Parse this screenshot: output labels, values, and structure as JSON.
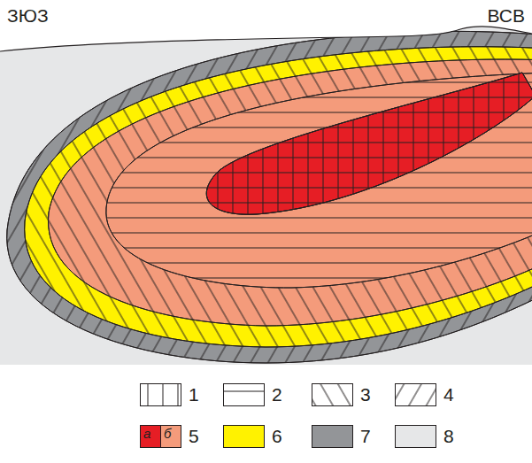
{
  "diagram": {
    "labels": [
      "ЗЮЗ",
      "ВСВ",
      "5"
    ],
    "legend": [
      {
        "text": "1"
      },
      {
        "text": "2"
      },
      {
        "text": "3"
      },
      {
        "text": "4"
      },
      {
        "text": "а",
        "color": "#e61e25"
      },
      {
        "text": "б",
        "color": "#f49b7b"
      },
      {
        "text": "6",
        "color": "#fff200"
      },
      {
        "text": "7",
        "color": "#939598"
      },
      {
        "text": "8",
        "color": "#e6e7e8"
      }
    ]
  }
}
